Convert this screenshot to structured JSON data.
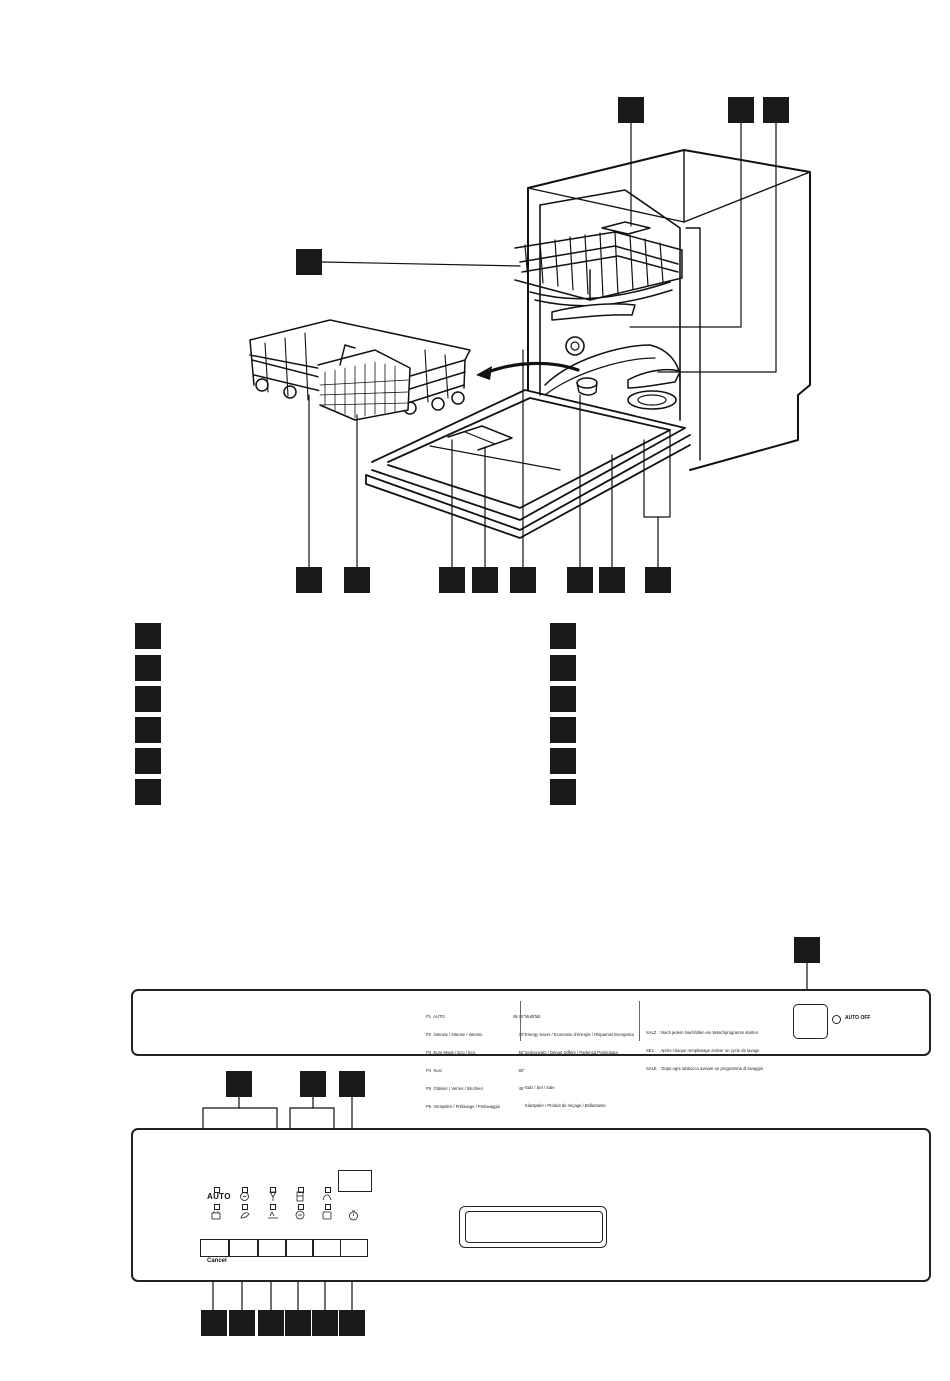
{
  "panel_top": {
    "programs": [
      {
        "name": "P1  AUTO",
        "temp": "45-70°"
      },
      {
        "name": "P2  Intensiv / Intense / Intenso",
        "temp": "70°"
      },
      {
        "name": "P3  Euro Mode / Eco / Eco",
        "temp": "50°"
      },
      {
        "name": "P4  Kurz",
        "temp": "60°"
      },
      {
        "name": "P5  Glässer / Verres / Bicchieri",
        "temp": "45°"
      },
      {
        "name": "P6  Vorspülen / Prélavage / Prelavaggio",
        "temp": ""
      }
    ],
    "options": [
      {
        "name": "MultiTab"
      },
      {
        "name": "Energy Saver / Economie d'énergie / Risparmio Energetico"
      },
      {
        "name": "Zeitvorwahl / Départ Différé / Partenza Posticipata"
      },
      {
        "name": "Salz / Sel / Sale"
      },
      {
        "name": "Klarspüler / Produit de rinçage / Brillantante"
      }
    ],
    "notes": [
      "SALZ  : Nach jedem Nachfüllen ein Waschprogramm starten",
      "SEL    : Après chaque remplissage activer un cycle de lavage",
      "SALE  : Dopo ogni rabbocco avviare un programma di lavaggio"
    ],
    "auto_off_label": "AUTO OFF"
  },
  "panel_bottom": {
    "auto_label": "AUTO",
    "cancel_label": "Cancel"
  },
  "colors": {
    "ink": "#1a1a1a",
    "paper": "#ffffff"
  },
  "icons": [
    "power-icon",
    "timer-icon",
    "dish-rack-icon",
    "glass-icon",
    "salt-icon",
    "rinse-aid-icon"
  ]
}
